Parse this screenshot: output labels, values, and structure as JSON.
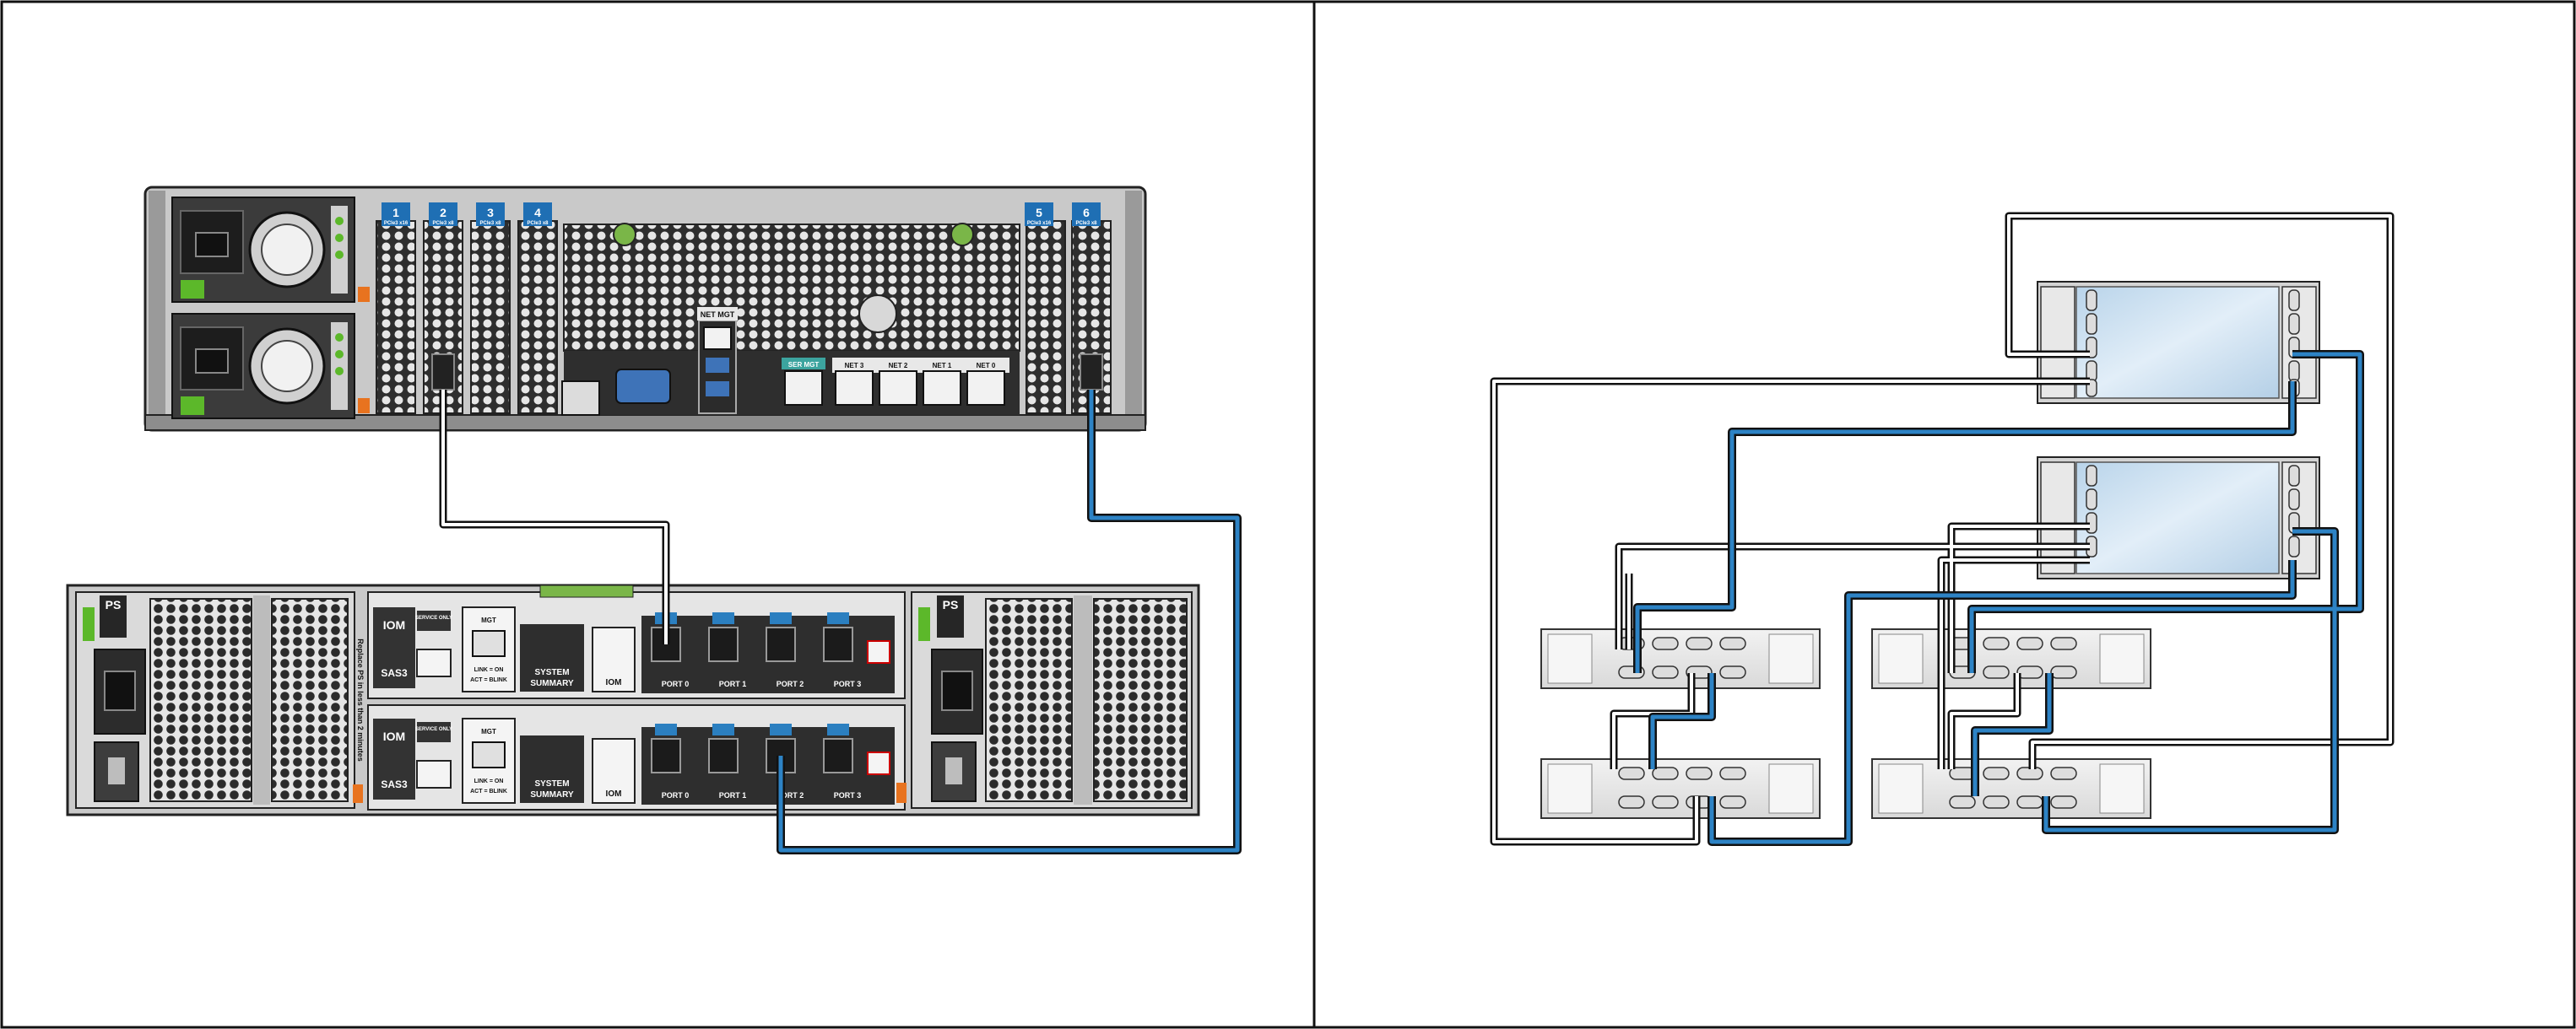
{
  "left_panel": {
    "server": {
      "slots": [
        {
          "num": "1",
          "sub": "PCIe3 x16"
        },
        {
          "num": "2",
          "sub": "PCIe3 x8"
        },
        {
          "num": "3",
          "sub": "PCIe3 x8"
        },
        {
          "num": "4",
          "sub": "PCIe3 x8"
        },
        {
          "num": "5",
          "sub": "PCIe3 x16"
        },
        {
          "num": "6",
          "sub": "PCIe3 x8"
        }
      ],
      "net_mgt": "NET MGT",
      "ser_mgt": "SER MGT",
      "net_ports": [
        "NET 3",
        "NET 2",
        "NET 1",
        "NET 0"
      ]
    },
    "shelf": {
      "ps_label": "PS",
      "side_text": "Replace PS in less than 2 minutes",
      "iom_modules": [
        {
          "iom": "IOM",
          "sas": "SAS3",
          "service": "SERVICE ONLY",
          "mgt": "MGT",
          "link_act_1": "LINK = ON",
          "link_act_2": "ACT = BLINK",
          "system_1": "SYSTEM",
          "system_2": "SUMMARY",
          "iom_badge": "IOM",
          "ports": [
            "PORT 0",
            "PORT 1",
            "PORT 2",
            "PORT 3"
          ]
        },
        {
          "iom": "IOM",
          "sas": "SAS3",
          "service": "SERVICE ONLY",
          "mgt": "MGT",
          "link_act_1": "LINK = ON",
          "link_act_2": "ACT = BLINK",
          "system_1": "SYSTEM",
          "system_2": "SUMMARY",
          "iom_badge": "IOM",
          "ports": [
            "PORT 0",
            "PORT 1",
            "PORT 2",
            "PORT 3"
          ]
        }
      ]
    }
  },
  "colors": {
    "background": "#ffffff",
    "frame": "#111111",
    "chassis_dark": "#3a3a3a",
    "chassis_light": "#c8c8c8",
    "slot_blue": "#1f6fb4",
    "cable_blue": "#1f6fa8",
    "cable_black": "#222222",
    "controller_fill": "#cfe2f0",
    "green": "#5cb82a",
    "orange": "#e8731f"
  }
}
